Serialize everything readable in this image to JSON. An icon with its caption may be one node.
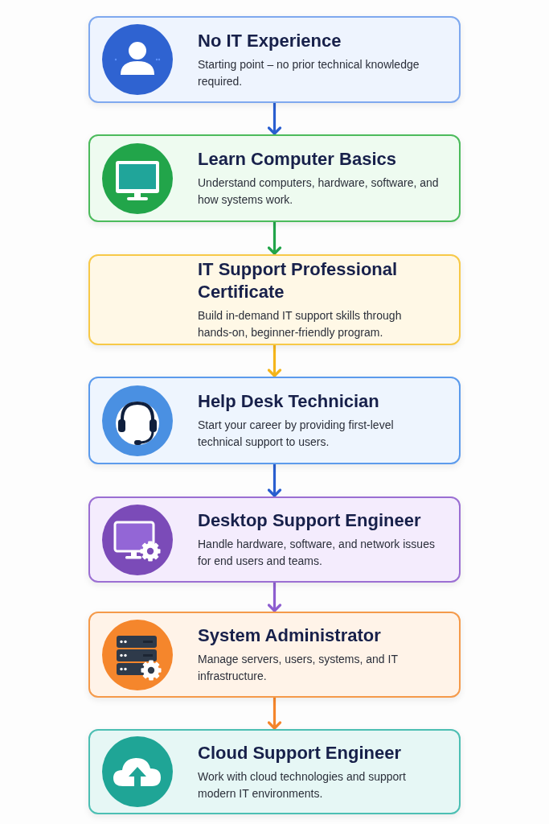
{
  "diagram": {
    "nodes": [
      {
        "text": [
          "No IT Experience",
          "Starting point – no prior technical knowledge required."
        ]
      },
      {
        "text": [
          "Learn Computer Basics",
          "Understand computers, hardware, software, and how systems work."
        ]
      },
      {
        "text": [
          "IT Support Professional Certificate",
          "Build in-demand IT support skills through hands-on, beginner-friendly program."
        ]
      },
      {
        "text": [
          "Help Desk Technician",
          "Start your career by providing first-level technical support to users."
        ]
      },
      {
        "text": [
          "Desktop Support Engineer",
          "Handle hardware, software, and network issues for end users and teams."
        ]
      },
      {
        "text": [
          "System Administrator",
          "Manage servers, users, systems, and IT infrastructure."
        ]
      },
      {
        "text": [
          "Cloud Support Engineer",
          "Work with cloud technologies and support modern IT environments."
        ]
      }
    ],
    "edges": [
      {
        "from": 0,
        "to": 1,
        "arrow": "to",
        "color": "#2a5fd0"
      },
      {
        "from": 1,
        "to": 2,
        "arrow": "to",
        "color": "#22a54a"
      },
      {
        "from": 2,
        "to": 3,
        "arrow": "to",
        "color": "#f5b51b"
      },
      {
        "from": 3,
        "to": 4,
        "arrow": "to",
        "color": "#2a5fd0"
      },
      {
        "from": 4,
        "to": 5,
        "arrow": "to",
        "color": "#8e5fd0"
      },
      {
        "from": 5,
        "to": 6,
        "arrow": "to",
        "color": "#f5862c"
      }
    ]
  }
}
